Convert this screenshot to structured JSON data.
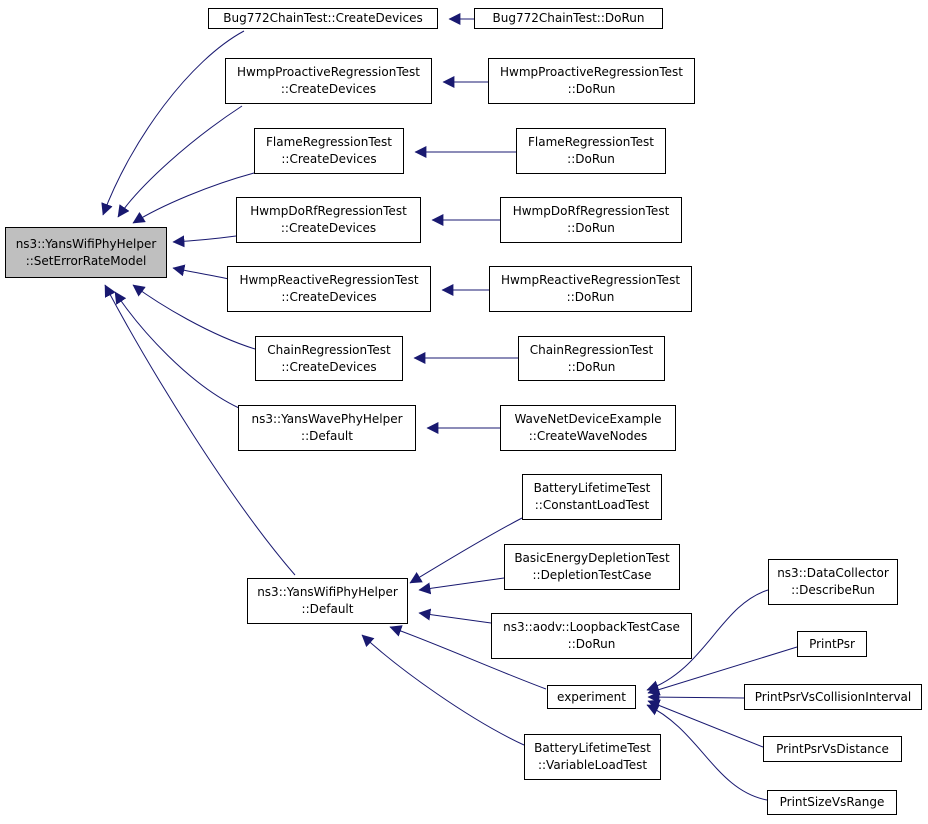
{
  "colors": {
    "edge": "#191970",
    "node_border": "#000000",
    "root_fill": "#bfbfbf",
    "node_fill": "#ffffff"
  },
  "nodes": [
    {
      "id": "root",
      "lines": [
        "ns3::YansWifiPhyHelper",
        "::SetErrorRateModel"
      ],
      "root": true
    },
    {
      "id": "bug_cd",
      "lines": [
        "Bug772ChainTest::CreateDevices"
      ]
    },
    {
      "id": "bug_run",
      "lines": [
        "Bug772ChainTest::DoRun"
      ]
    },
    {
      "id": "hpro_cd",
      "lines": [
        "HwmpProactiveRegressionTest",
        "::CreateDevices"
      ]
    },
    {
      "id": "hpro_run",
      "lines": [
        "HwmpProactiveRegressionTest",
        "::DoRun"
      ]
    },
    {
      "id": "flame_cd",
      "lines": [
        "FlameRegressionTest",
        "::CreateDevices"
      ]
    },
    {
      "id": "flame_run",
      "lines": [
        "FlameRegressionTest",
        "::DoRun"
      ]
    },
    {
      "id": "hdorf_cd",
      "lines": [
        "HwmpDoRfRegressionTest",
        "::CreateDevices"
      ]
    },
    {
      "id": "hdorf_run",
      "lines": [
        "HwmpDoRfRegressionTest",
        "::DoRun"
      ]
    },
    {
      "id": "hreact_cd",
      "lines": [
        "HwmpReactiveRegressionTest",
        "::CreateDevices"
      ]
    },
    {
      "id": "hreact_run",
      "lines": [
        "HwmpReactiveRegressionTest",
        "::DoRun"
      ]
    },
    {
      "id": "chain_cd",
      "lines": [
        "ChainRegressionTest",
        "::CreateDevices"
      ]
    },
    {
      "id": "chain_run",
      "lines": [
        "ChainRegressionTest",
        "::DoRun"
      ]
    },
    {
      "id": "wave_def",
      "lines": [
        "ns3::YansWavePhyHelper",
        "::Default"
      ]
    },
    {
      "id": "wave_nodes",
      "lines": [
        "WaveNetDeviceExample",
        "::CreateWaveNodes"
      ]
    },
    {
      "id": "yans_def",
      "lines": [
        "ns3::YansWifiPhyHelper",
        "::Default"
      ]
    },
    {
      "id": "batt_const",
      "lines": [
        "BatteryLifetimeTest",
        "::ConstantLoadTest"
      ]
    },
    {
      "id": "basic_dep",
      "lines": [
        "BasicEnergyDepletionTest",
        "::DepletionTestCase"
      ]
    },
    {
      "id": "aodv_loop",
      "lines": [
        "ns3::aodv::LoopbackTestCase",
        "::DoRun"
      ]
    },
    {
      "id": "experiment",
      "lines": [
        "experiment"
      ]
    },
    {
      "id": "batt_var",
      "lines": [
        "BatteryLifetimeTest",
        "::VariableLoadTest"
      ]
    },
    {
      "id": "dc_desc",
      "lines": [
        "ns3::DataCollector",
        "::DescribeRun"
      ]
    },
    {
      "id": "print_psr",
      "lines": [
        "PrintPsr"
      ]
    },
    {
      "id": "print_psr_ci",
      "lines": [
        "PrintPsrVsCollisionInterval"
      ]
    },
    {
      "id": "print_psr_dist",
      "lines": [
        "PrintPsrVsDistance"
      ]
    },
    {
      "id": "print_size",
      "lines": [
        "PrintSizeVsRange"
      ]
    }
  ],
  "edges": [
    {
      "from": "bug_cd",
      "to": "root"
    },
    {
      "from": "hpro_cd",
      "to": "root"
    },
    {
      "from": "flame_cd",
      "to": "root"
    },
    {
      "from": "hdorf_cd",
      "to": "root"
    },
    {
      "from": "hreact_cd",
      "to": "root"
    },
    {
      "from": "chain_cd",
      "to": "root"
    },
    {
      "from": "wave_def",
      "to": "root"
    },
    {
      "from": "yans_def",
      "to": "root"
    },
    {
      "from": "bug_run",
      "to": "bug_cd"
    },
    {
      "from": "hpro_run",
      "to": "hpro_cd"
    },
    {
      "from": "flame_run",
      "to": "flame_cd"
    },
    {
      "from": "hdorf_run",
      "to": "hdorf_cd"
    },
    {
      "from": "hreact_run",
      "to": "hreact_cd"
    },
    {
      "from": "chain_run",
      "to": "chain_cd"
    },
    {
      "from": "wave_nodes",
      "to": "wave_def"
    },
    {
      "from": "batt_const",
      "to": "yans_def"
    },
    {
      "from": "basic_dep",
      "to": "yans_def"
    },
    {
      "from": "aodv_loop",
      "to": "yans_def"
    },
    {
      "from": "experiment",
      "to": "yans_def"
    },
    {
      "from": "batt_var",
      "to": "yans_def"
    },
    {
      "from": "dc_desc",
      "to": "experiment"
    },
    {
      "from": "print_psr",
      "to": "experiment"
    },
    {
      "from": "print_psr_ci",
      "to": "experiment"
    },
    {
      "from": "print_psr_dist",
      "to": "experiment"
    },
    {
      "from": "print_size",
      "to": "experiment"
    }
  ]
}
